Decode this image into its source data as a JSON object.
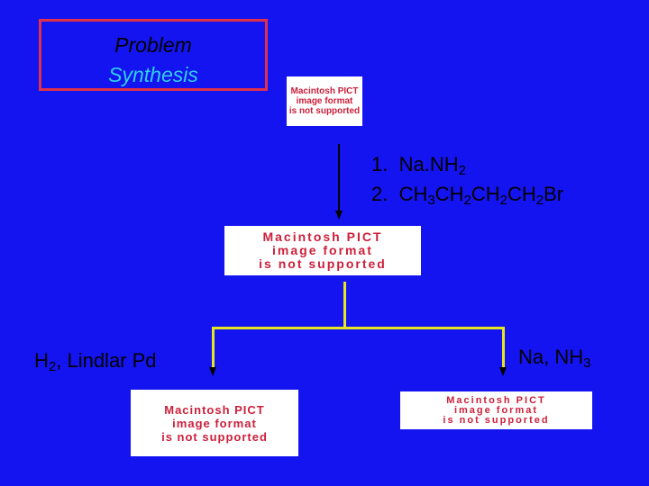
{
  "title_box": {
    "line1": "Problem",
    "line2": "Synthesis"
  },
  "pict_placeholder": {
    "line1": "Macintosh PICT",
    "line2": "image format",
    "line3": "is not supported"
  },
  "step1": {
    "item1_num": "1.",
    "item1_a": "Na.NH",
    "item1_sub": "2",
    "item2_num": "2.",
    "item2_a": "CH",
    "item2_sub1": "3",
    "item2_b": "CH",
    "item2_sub2": "2",
    "item2_c": "CH",
    "item2_sub3": "2",
    "item2_d": "CH",
    "item2_sub4": "2",
    "item2_e": "Br"
  },
  "left_branch": {
    "a": "H",
    "sub": "2",
    "b": ", Lindlar Pd"
  },
  "right_branch": {
    "a": "Na, NH",
    "sub": "3"
  },
  "colors": {
    "background": "#1414f0",
    "title_border": "#e0304a",
    "title_accent": "#2fd0e8",
    "connector": "#e6e620",
    "pict_text": "#cc1f3a"
  }
}
